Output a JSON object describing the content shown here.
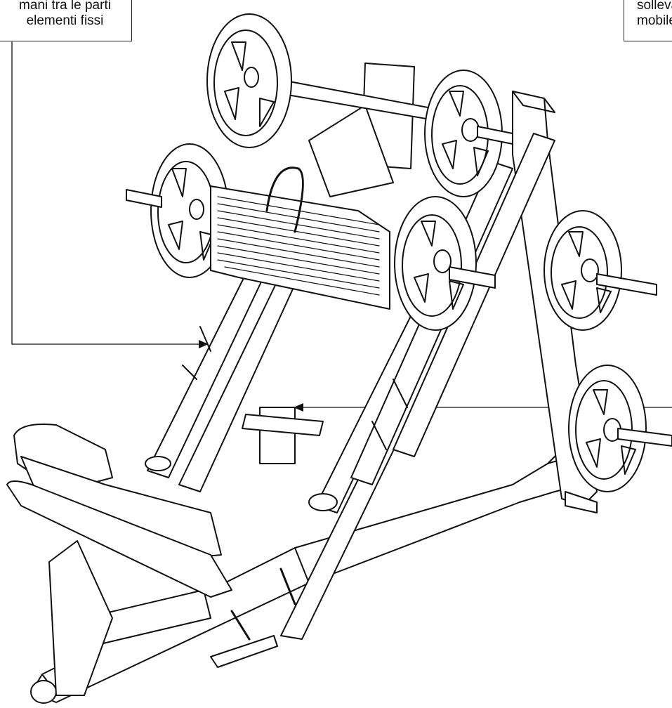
{
  "callouts": {
    "left": {
      "line1": "mani tra le parti",
      "line2": "elementi fissi"
    },
    "right": {
      "line1": "sollevamento",
      "line2": "mobile"
    }
  },
  "colors": {
    "line": "#111111",
    "background": "#ffffff"
  }
}
